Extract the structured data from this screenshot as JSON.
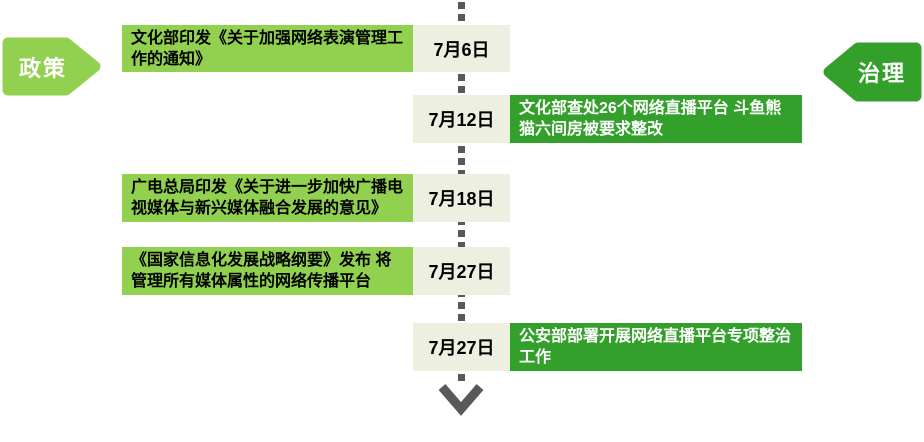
{
  "banners": {
    "left": {
      "label": "政策",
      "color": "#92d050"
    },
    "right": {
      "label": "治理",
      "color": "#34a02c"
    }
  },
  "timeline": {
    "line_color": "#595959",
    "arrow_color": "#595959",
    "colors": {
      "policy_box": "#92d050",
      "governance_box": "#34a02c",
      "date_chip_bg": "#edefe0",
      "policy_text": "#000000",
      "governance_text": "#ffffff"
    },
    "events": [
      {
        "date": "7月6日",
        "side": "left",
        "category": "policy",
        "text": "文化部印发《关于加强网络表演管理工作的通知》"
      },
      {
        "date": "7月12日",
        "side": "right",
        "category": "governance",
        "text": "文化部查处26个网络直播平台 斗鱼熊猫六间房被要求整改"
      },
      {
        "date": "7月18日",
        "side": "left",
        "category": "policy",
        "text": "广电总局印发《关于进一步加快广播电视媒体与新兴媒体融合发展的意见》"
      },
      {
        "date": "7月27日",
        "side": "left",
        "category": "policy",
        "text": "《国家信息化发展战略纲要》发布 将管理所有媒体属性的网络传播平台"
      },
      {
        "date": "7月27日",
        "side": "right",
        "category": "governance",
        "text": "公安部部署开展网络直播平台专项整治工作"
      }
    ]
  }
}
